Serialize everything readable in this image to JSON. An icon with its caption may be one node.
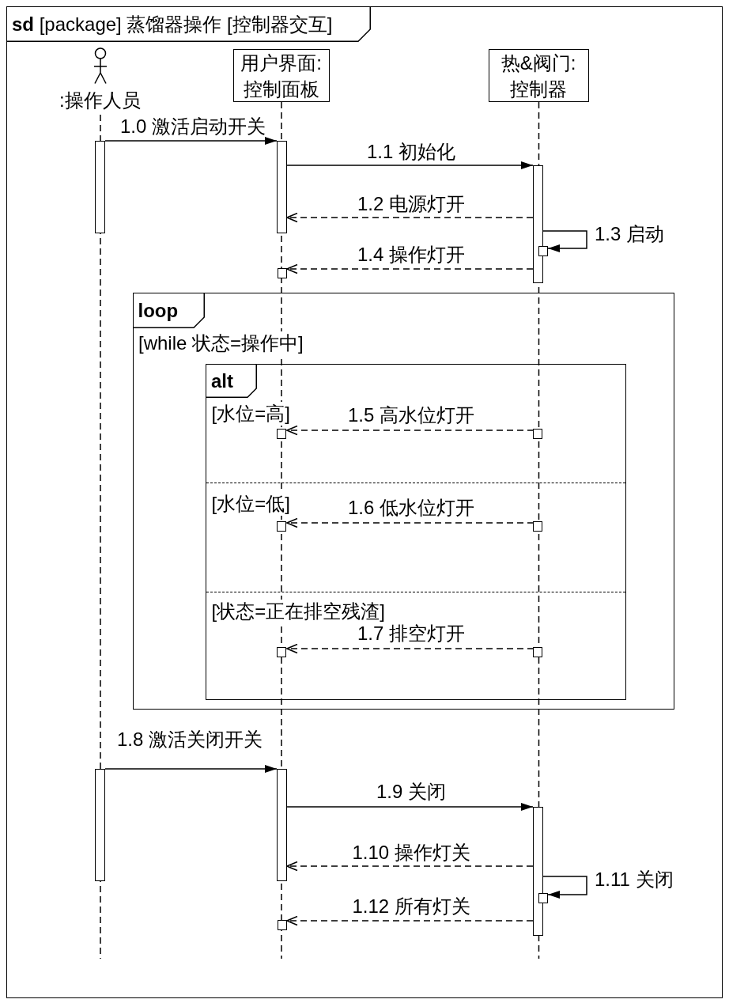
{
  "diagram": {
    "nodes": [
      {
        "text": [
          "**sd** [package] 蒸馏器操作 [控制器交互]"
        ]
      },
      {
        "text": [
          ":操作人员"
        ],
        "in": 0
      },
      {
        "text": [
          "用户界面:控制面板"
        ],
        "in": 0
      },
      {
        "text": [
          "热&阀门:控制器"
        ],
        "in": 0
      },
      {
        "text": [],
        "shape": "bar",
        "in": 0
      },
      {
        "text": [],
        "shape": "bar",
        "in": 0
      },
      {
        "text": [],
        "shape": "bar",
        "in": 0
      },
      {
        "text": [],
        "shape": "box",
        "in": 0
      },
      {
        "text": [],
        "shape": "box",
        "in": 0
      },
      {
        "text": [
          "loop",
          "[while 状态=操作中]"
        ],
        "in": 0
      },
      {
        "text": [
          "alt",
          "[水位=高]",
          "[水位=低]",
          "[状态=正在排空残渣]"
        ],
        "in": 9
      },
      {
        "text": [],
        "shape": "box",
        "in": 10
      },
      {
        "text": [],
        "shape": "box",
        "in": 10
      },
      {
        "text": [],
        "shape": "box",
        "in": 10
      },
      {
        "text": [],
        "shape": "box",
        "in": 10
      },
      {
        "text": [],
        "shape": "box",
        "in": 10
      },
      {
        "text": [],
        "shape": "box",
        "in": 10
      },
      {
        "text": [],
        "shape": "bar",
        "in": 0
      },
      {
        "text": [],
        "shape": "bar",
        "in": 0
      },
      {
        "text": [],
        "shape": "bar",
        "in": 0
      },
      {
        "text": [],
        "shape": "box",
        "in": 0
      },
      {
        "text": [],
        "shape": "box",
        "in": 0
      }
    ],
    "edges": [
      {
        "from": 4,
        "to": 5,
        "arrow": "to",
        "label": "1.0 激活启动开关"
      },
      {
        "from": 5,
        "to": 6,
        "arrow": "to",
        "label": "1.1 初始化"
      },
      {
        "from": 6,
        "to": 5,
        "arrow": "to",
        "label": "1.2 电源灯开",
        "style": "dashed"
      },
      {
        "from": 6,
        "to": 7,
        "arrow": "to",
        "label": "1.3 启动"
      },
      {
        "from": 6,
        "to": 8,
        "arrow": "to",
        "label": "1.4 操作灯开",
        "style": "dashed"
      },
      {
        "from": 12,
        "to": 11,
        "arrow": "to",
        "label": "1.5 高水位灯开",
        "style": "dashed"
      },
      {
        "from": 14,
        "to": 13,
        "arrow": "to",
        "label": "1.6 低水位灯开",
        "style": "dashed"
      },
      {
        "from": 16,
        "to": 15,
        "arrow": "to",
        "label": "1.7 排空灯开",
        "style": "dashed"
      },
      {
        "from": 17,
        "to": 18,
        "arrow": "to",
        "label": "1.8 激活关闭开关"
      },
      {
        "from": 18,
        "to": 19,
        "arrow": "to",
        "label": "1.9 关闭"
      },
      {
        "from": 19,
        "to": 18,
        "arrow": "to",
        "label": "1.10 操作灯关",
        "style": "dashed"
      },
      {
        "from": 19,
        "to": 20,
        "arrow": "to",
        "label": "1.11 关闭"
      },
      {
        "from": 19,
        "to": 21,
        "arrow": "to",
        "label": "1.12 所有灯关",
        "style": "dashed"
      }
    ]
  }
}
